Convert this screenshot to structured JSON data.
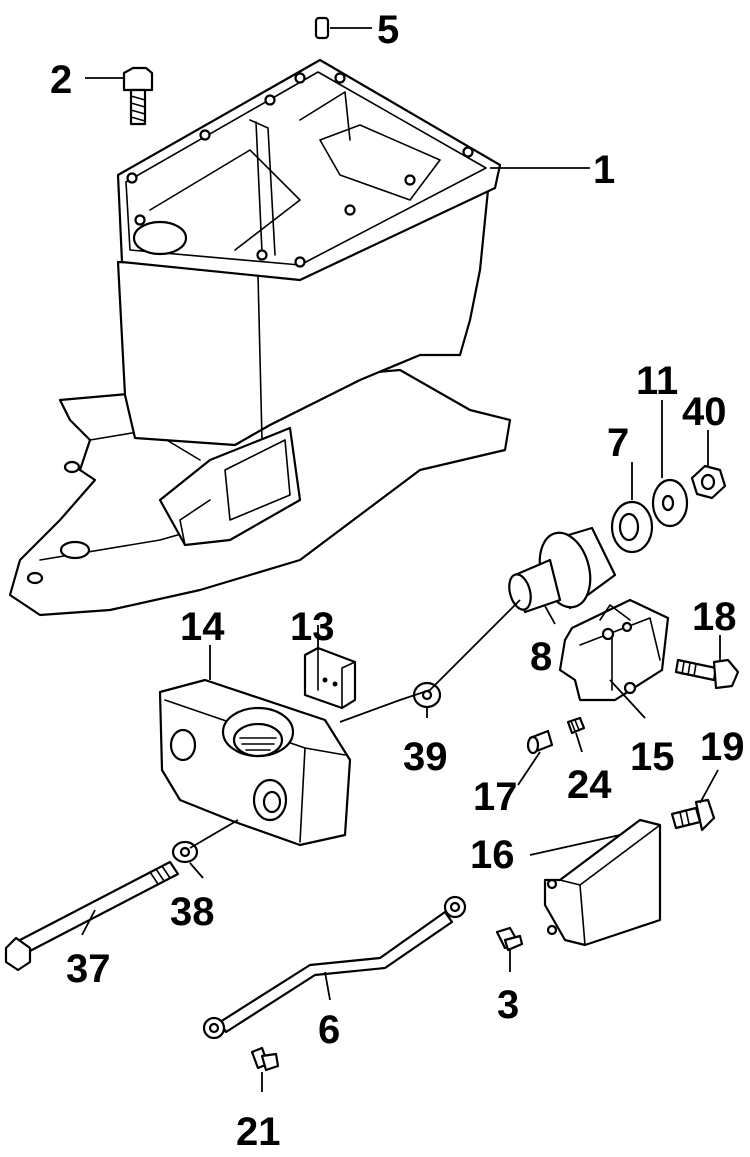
{
  "callouts": [
    {
      "id": "c1",
      "label": "1"
    },
    {
      "id": "c2",
      "label": "2"
    },
    {
      "id": "c3",
      "label": "3"
    },
    {
      "id": "c5",
      "label": "5"
    },
    {
      "id": "c6",
      "label": "6"
    },
    {
      "id": "c7",
      "label": "7"
    },
    {
      "id": "c8",
      "label": "8"
    },
    {
      "id": "c11",
      "label": "11"
    },
    {
      "id": "c13",
      "label": "13"
    },
    {
      "id": "c14",
      "label": "14"
    },
    {
      "id": "c15",
      "label": "15"
    },
    {
      "id": "c16",
      "label": "16"
    },
    {
      "id": "c17",
      "label": "17"
    },
    {
      "id": "c18",
      "label": "18"
    },
    {
      "id": "c19",
      "label": "19"
    },
    {
      "id": "c21",
      "label": "21"
    },
    {
      "id": "c24",
      "label": "24"
    },
    {
      "id": "c37",
      "label": "37"
    },
    {
      "id": "c38",
      "label": "38"
    },
    {
      "id": "c39",
      "label": "39"
    },
    {
      "id": "c40",
      "label": "40"
    }
  ]
}
